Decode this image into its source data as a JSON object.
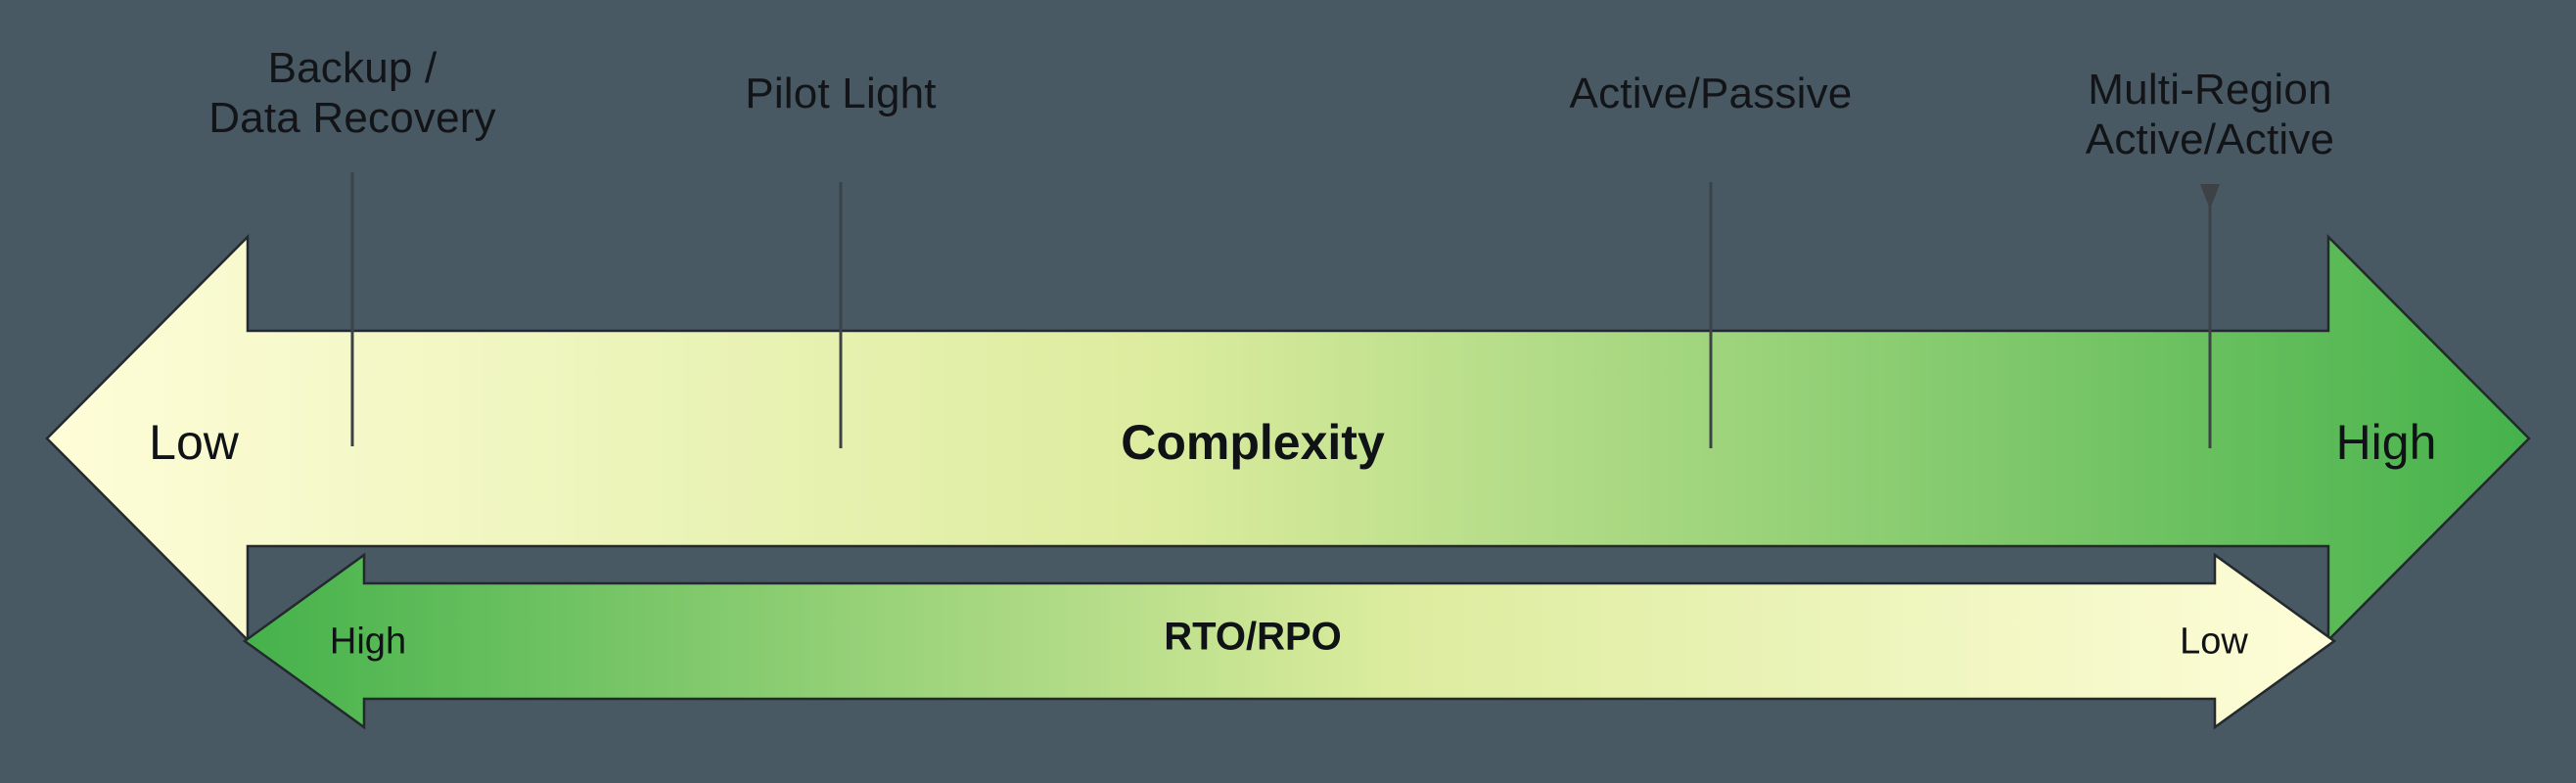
{
  "diagram": {
    "strategy_labels": [
      "Backup /\nData Recovery",
      "Pilot Light",
      "Active/Passive",
      "Multi-Region\nActive/Active"
    ],
    "complexity_axis": {
      "left_label": "Low",
      "title": "Complexity",
      "right_label": "High"
    },
    "rto_rpo_axis": {
      "left_label": "High",
      "title": "RTO/RPO",
      "right_label": "Low"
    },
    "colors": {
      "background": "#485964",
      "gradient_low_end": "#FEFDD8",
      "gradient_mid": "#DCEC9E",
      "gradient_high_end": "#45B24B",
      "arrow_outline": "#23292e",
      "tick_line": "#3d4247",
      "text": "#121417"
    }
  }
}
